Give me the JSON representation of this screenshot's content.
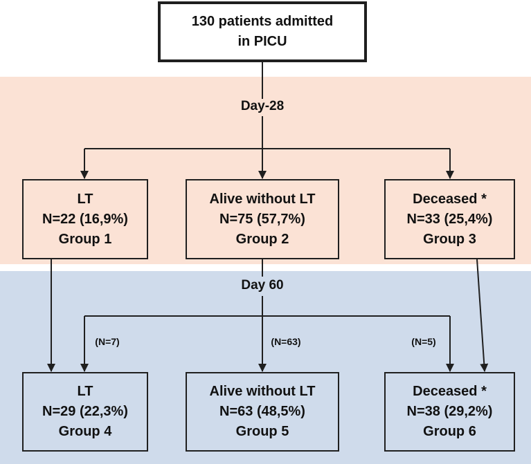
{
  "top_box": {
    "line1": "130 patients admitted",
    "line2": "in PICU"
  },
  "day28_label": "Day-28",
  "day60_label": "Day 60",
  "groups": [
    {
      "line1": "LT",
      "line2": "N=22 (16,9%)",
      "line3": "Group 1"
    },
    {
      "line1": "Alive without LT",
      "line2": "N=75 (57,7%)",
      "line3": "Group 2"
    },
    {
      "line1": "Deceased *",
      "line2": "N=33 (25,4%)",
      "line3": "Group 3"
    },
    {
      "line1": "LT",
      "line2": "N=29 (22,3%)",
      "line3": "Group 4"
    },
    {
      "line1": "Alive without LT",
      "line2": "N=63 (48,5%)",
      "line3": "Group 5"
    },
    {
      "line1": "Deceased *",
      "line2": "N=38 (29,2%)",
      "line3": "Group 6"
    }
  ],
  "transitions": [
    {
      "label": "(N=7)"
    },
    {
      "label": "(N=63)"
    },
    {
      "label": "(N=5)"
    }
  ],
  "colors": {
    "day28_band": "#fbe2d5",
    "day60_band": "#cfdbeb",
    "line": "#1f1f1f"
  }
}
